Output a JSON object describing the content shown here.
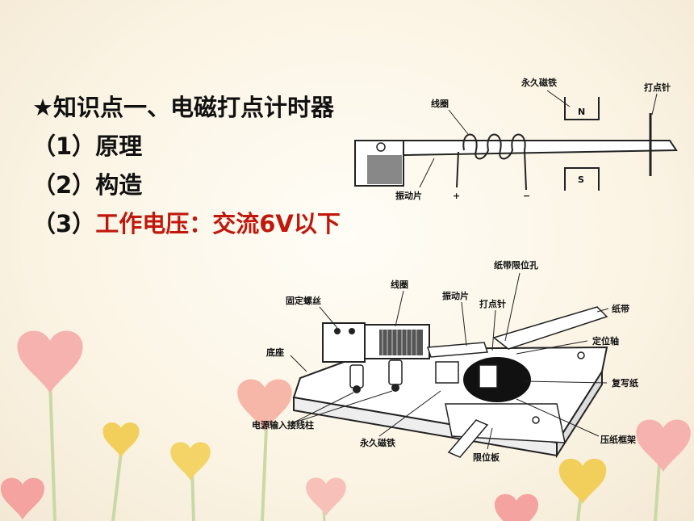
{
  "title": "★知识点一、电磁打点计时器",
  "items": [
    {
      "num": "（1）",
      "text": "原理"
    },
    {
      "num": "（2）",
      "text": "构造"
    },
    {
      "num": "（3）",
      "text_red": "工作电压：交流",
      "text_bold": "6V以下"
    }
  ],
  "top_diagram": {
    "coil_label": "线圈",
    "magnet_label": "永久磁铁",
    "needle_label": "打点针",
    "vibrator_label": "振动片",
    "plus": "+",
    "minus": "−",
    "pole_n": "N",
    "pole_s": "S"
  },
  "bottom_diagram": {
    "hole_label": "纸带限位孔",
    "coil_label": "线圈",
    "screw_label": "固定螺丝",
    "vibrator_label": "振动片",
    "needle_label": "打点针",
    "tape_label": "纸带",
    "axis_label": "定位轴",
    "base_label": "底座",
    "carbon_label": "复写纸",
    "terminal_label": "电源输入接线柱",
    "magnet_label": "永久磁铁",
    "limit_label": "限位板",
    "frame_label": "压纸框架"
  },
  "colors": {
    "accent_red": "#c0180c",
    "heart_pink": "#f4a3a0",
    "heart_yellow": "#f2cf5a"
  }
}
